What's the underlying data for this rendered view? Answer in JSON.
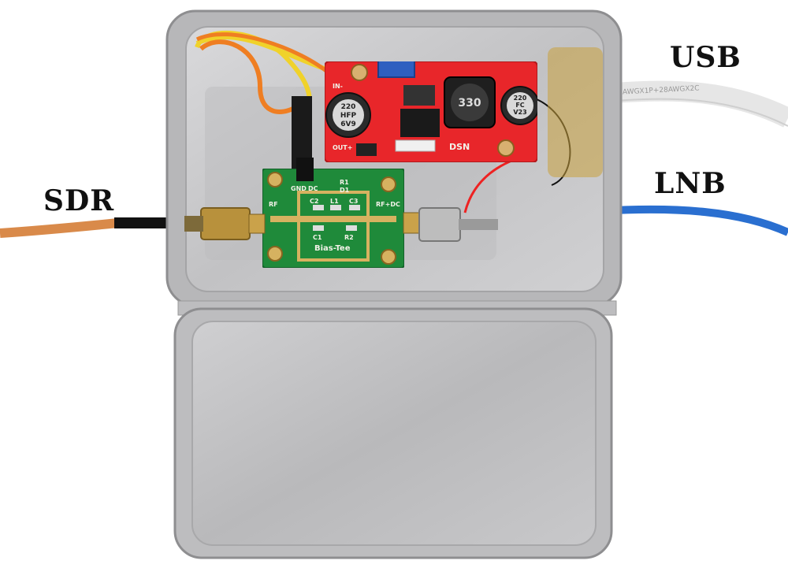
{
  "labels": {
    "sdr": "SDR",
    "usb": "USB",
    "lnb": "LNB"
  },
  "components": {
    "bias_tee_board": {
      "title": "Bias-Tee",
      "rf_port": "RF",
      "rf_dc_port": "RF+DC",
      "gnd_pin": "GND",
      "dc_pin": "DC",
      "parts": [
        "C2",
        "L1",
        "C3",
        "C1",
        "R2",
        "R1",
        "D1"
      ]
    },
    "buck_converter": {
      "capacitor_left": [
        "220",
        "HFP",
        "6V9"
      ],
      "inductor": "330",
      "capacitor_right": [
        "220",
        "FC",
        "V23"
      ],
      "in_minus": "IN-",
      "out_plus": "OUT+",
      "brand": "DSN"
    },
    "usb_cable_print": "AWGX1P+28AWGX2C"
  },
  "colors": {
    "tin": "#c9c9cb",
    "pcb_red": "#e8262a",
    "pcb_green": "#1f8a3a",
    "coax_orange": "#d98a4a",
    "lnb_cable": "#2a6fd0",
    "usb_cable": "#e8e8e8",
    "sma_gold": "#b8913c"
  }
}
